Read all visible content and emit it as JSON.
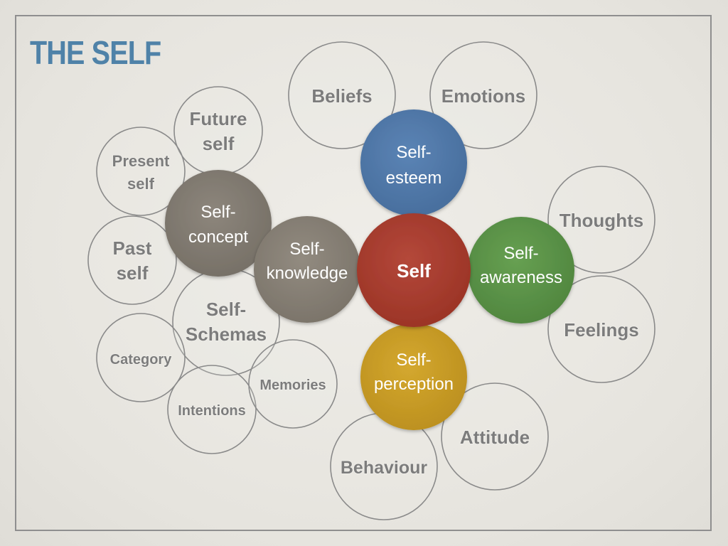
{
  "slide": {
    "title": "THE SELF"
  },
  "colors": {
    "title": "#4f82a8",
    "self": "#a53a2b",
    "self_esteem": "#4f76a8",
    "self_awareness": "#5a9246",
    "self_perception": "#c79b24",
    "self_concept": "#817a70",
    "self_knowledge": "#857e73",
    "outline": "#8a8a8a",
    "outline_text": "#7c7c7c"
  },
  "core": {
    "self": [
      "Self"
    ],
    "self_esteem": [
      "Self-",
      "esteem"
    ],
    "self_awareness": [
      "Self-",
      "awareness"
    ],
    "self_perception": [
      "Self-",
      "perception"
    ],
    "self_knowledge": [
      "Self-",
      "knowledge"
    ],
    "self_concept": [
      "Self-",
      "concept"
    ]
  },
  "satellites": {
    "beliefs": [
      "Beliefs"
    ],
    "emotions": [
      "Emotions"
    ],
    "thoughts": [
      "Thoughts"
    ],
    "feelings": [
      "Feelings"
    ],
    "attitude": [
      "Attitude"
    ],
    "behaviour": [
      "Behaviour"
    ],
    "future_self": [
      "Future",
      "self"
    ],
    "present_self": [
      "Present",
      "self"
    ],
    "past_self": [
      "Past",
      "self"
    ],
    "self_schemas": [
      "Self-",
      "Schemas"
    ],
    "category": [
      "Category"
    ],
    "intentions": [
      "Intentions"
    ],
    "memories": [
      "Memories"
    ]
  }
}
